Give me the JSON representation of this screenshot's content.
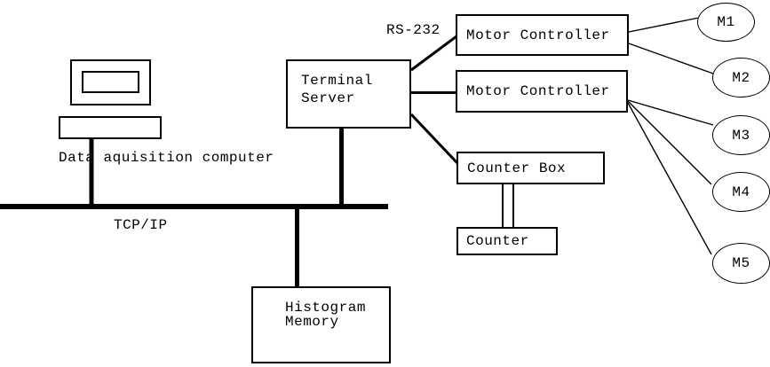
{
  "labels": {
    "computer_caption": "Data aquisition computer",
    "network_label": "TCP/IP",
    "serial_label": "RS-232"
  },
  "nodes": {
    "terminal_server": {
      "line1": "Terminal",
      "line2": "Server"
    },
    "motor_controller_1": {
      "label": "Motor Controller"
    },
    "motor_controller_2": {
      "label": "Motor Controller"
    },
    "counter_box": {
      "label": "Counter Box"
    },
    "counter": {
      "label": "Counter"
    },
    "histogram_memory": {
      "line1": "Histogram",
      "line2": "Memory"
    }
  },
  "motors": [
    {
      "label": "M1"
    },
    {
      "label": "M2"
    },
    {
      "label": "M3"
    },
    {
      "label": "M4"
    },
    {
      "label": "M5"
    }
  ],
  "colors": {
    "line": "#000000",
    "background": "#ffffff"
  }
}
